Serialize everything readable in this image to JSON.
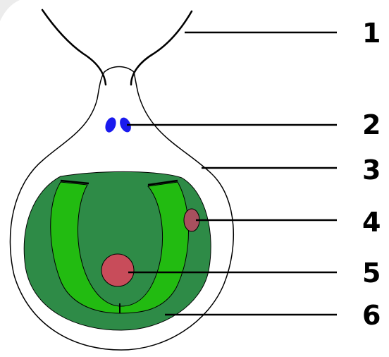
{
  "labels": [
    "1",
    "2",
    "3",
    "4",
    "5",
    "6"
  ],
  "colors": {
    "background": "#ffffff",
    "cell_outline": "#000000",
    "chloroplast": "#2e8b47",
    "pyrenoid_band": "#22bb11",
    "eyespot": "#1a1aee",
    "nucleus": "#c84c5a",
    "small_organelle": "#a8505e"
  }
}
